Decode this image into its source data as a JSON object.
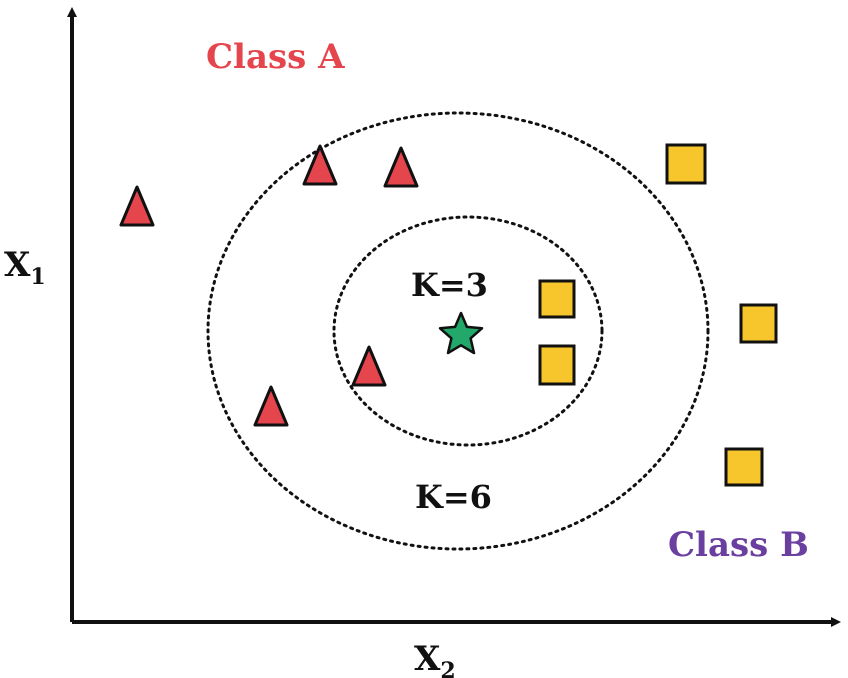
{
  "labels": {
    "class_a": "Class A",
    "class_b": "Class B",
    "k3": "K=3",
    "k6": "K=6",
    "x1_base": "X",
    "x1_sub": "1",
    "x2_base": "X",
    "x2_sub": "2"
  },
  "colors": {
    "class_a": "#e5454d",
    "class_b": "#f7c52c",
    "class_b_label": "#6a3fa0",
    "query": "#22a86a",
    "outline": "#111111"
  },
  "icons": {
    "class_a_marker": "triangle",
    "class_b_marker": "square",
    "query_marker": "star"
  }
}
